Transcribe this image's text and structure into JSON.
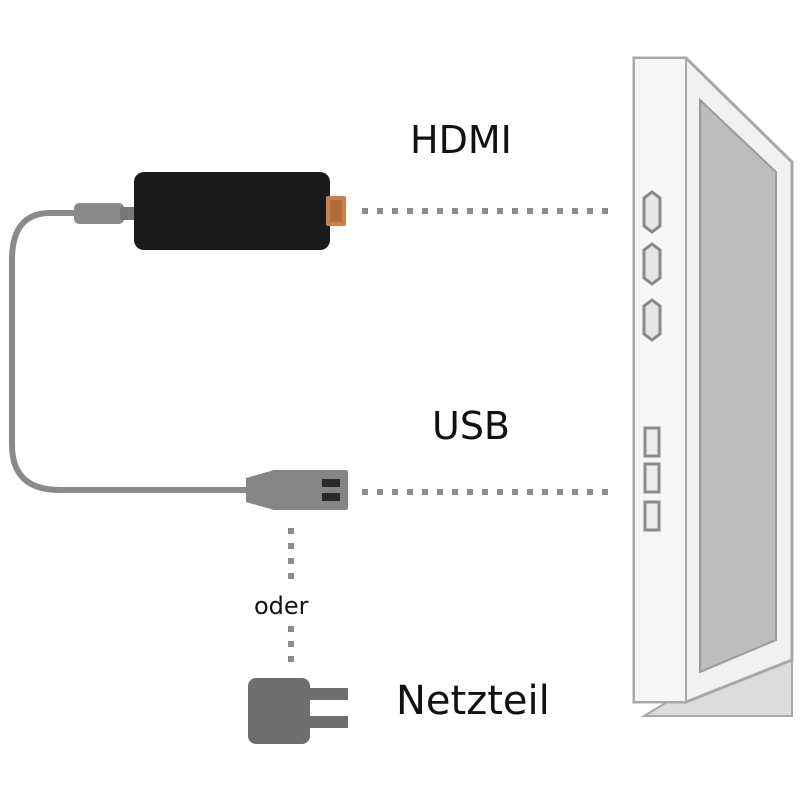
{
  "labels": {
    "hdmi": "HDMI",
    "usb": "USB",
    "or": "oder",
    "power_supply": "Netzteil"
  },
  "colors": {
    "stick_body": "#1a1a1a",
    "hdmi_plug": "#c8824a",
    "cable": "#8a8a8a",
    "usb_plug": "#858585",
    "power_adapter": "#6e6e6e",
    "tv_frame": "#f1f1f1",
    "tv_outline": "#a8a8a8",
    "tv_screen": "#bdbdbd",
    "dotted_line": "#8c8c8c"
  }
}
